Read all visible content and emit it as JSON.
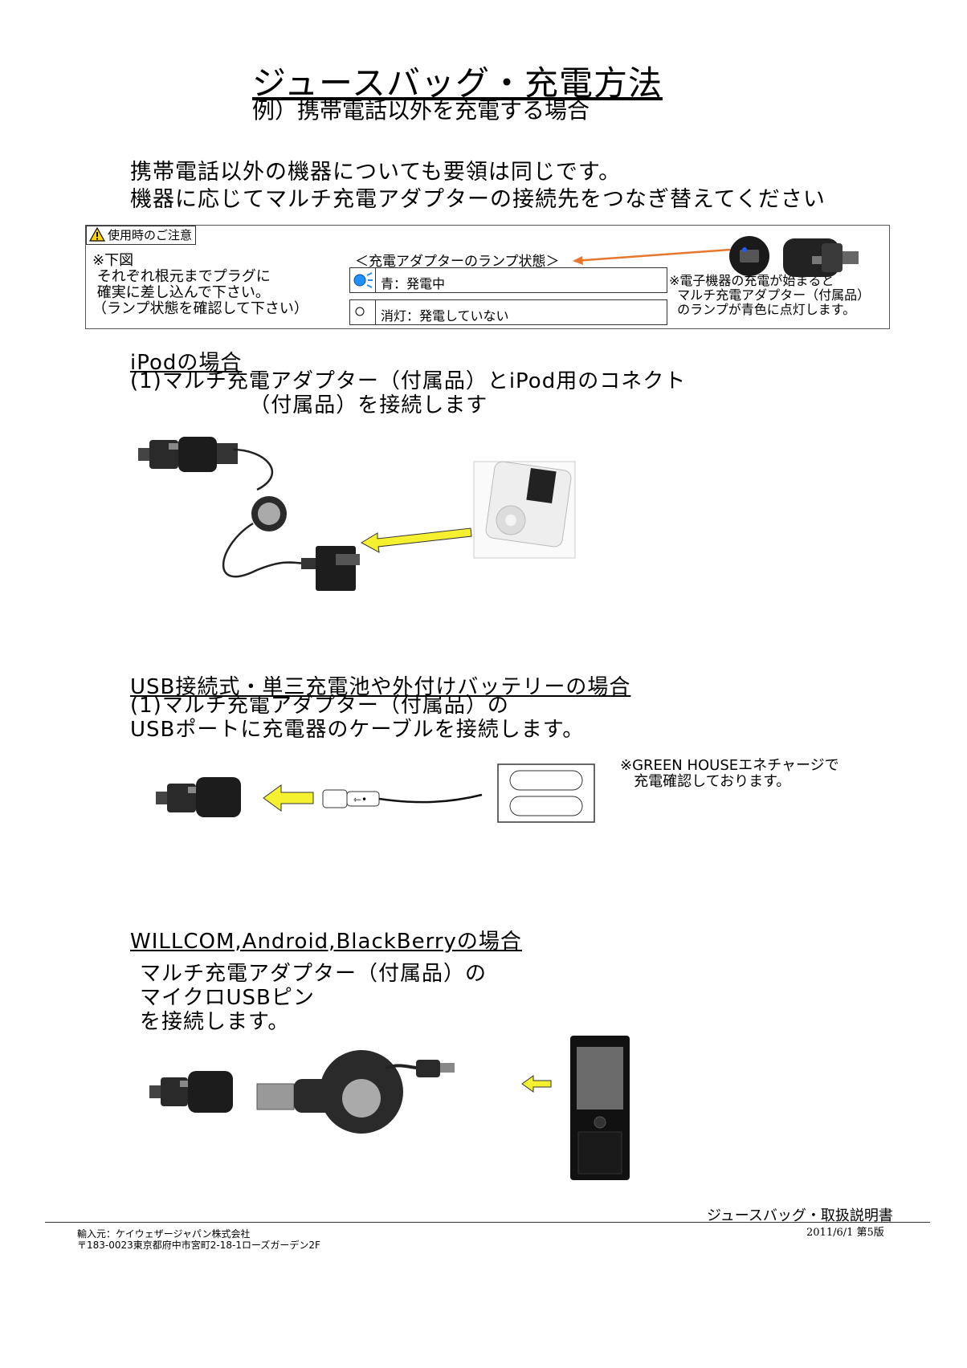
{
  "header": {
    "title": "ジュースバッグ・充電方法",
    "subtitle": "例）携帯電話以外を充電する場合"
  },
  "intro": {
    "line1": "携帯電話以外の機器についても要領は同じです。",
    "line2": "機器に応じてマルチ充電アダプターの接続先をつなぎ替えてください"
  },
  "caution": {
    "label": "使用時のご注意",
    "note": "※下図\n それぞれ根元までプラグに\n 確実に差し込んで下さい。\n（ランプ状態を確認して下さい）",
    "lamp_heading": "＜充電アダプターのランプ状態＞",
    "lamp_rows": [
      {
        "text": "青：発電中"
      },
      {
        "text": "消灯：発電していない"
      }
    ],
    "right_note": "※電子機器の充電が始まると\n  マルチ充電アダプター（付属品）\n  のランプが青色に点灯します。"
  },
  "sections": {
    "ipod": {
      "heading": "iPodの場合",
      "body": "(1)マルチ充電アダプター（付属品）とiPod用のコネクト\n                （付属品）を接続します"
    },
    "usb": {
      "heading": "USB接続式・単三充電池や外付けバッテリーの場合",
      "body": "(1)マルチ充電アダプター（付属品）の\nUSBポートに充電器のケーブルを接続します。",
      "note": "※GREEN HOUSEエネチャージで\n   充電確認しております。"
    },
    "willcom": {
      "heading": "WILLCOM,Android,BlackBerryの場合",
      "body": "マルチ充電アダプター（付属品）の\nマイクロUSBピン\nを接続します。"
    }
  },
  "footer": {
    "title": "ジュースバッグ・取扱説明書",
    "date": "2011/6/1 第5版",
    "address": "輸入元：ケイウェザージャパン株式会社\n〒183-0023東京都府中市宮町2-18-1ローズガーデン2F"
  },
  "colors": {
    "lamp_blue": "#1e90ff",
    "arrow_orange": "#e8772e",
    "arrow_yellow": "#f5f030"
  }
}
